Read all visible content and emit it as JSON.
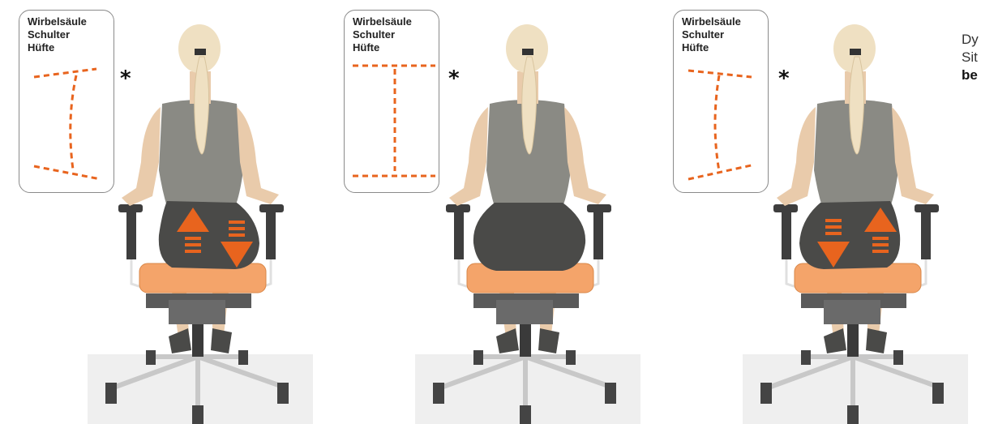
{
  "labels": {
    "line1": "Wirbelsäule",
    "line2": "Schulter",
    "line3": "Hüfte"
  },
  "asterisk": "*",
  "side_text": {
    "line1": "Dy",
    "line2": "Sit",
    "line3": "be"
  },
  "colors": {
    "accent": "#e8641e",
    "seat": "#f4a46a",
    "shirt": "#8a8a84",
    "skirt": "#4a4a48",
    "skin": "#e9cbab",
    "hair": "#efe0c2",
    "frame": "#3e3e3e",
    "floor": "#eeeeee"
  },
  "panels": [
    {
      "name": "left-tilt",
      "spine_shape": "tilted-left",
      "arrows": "up-left-down-right"
    },
    {
      "name": "neutral",
      "spine_shape": "straight",
      "arrows": "none"
    },
    {
      "name": "right-tilt",
      "spine_shape": "tilted-right",
      "arrows": "down-left-up-right"
    }
  ]
}
